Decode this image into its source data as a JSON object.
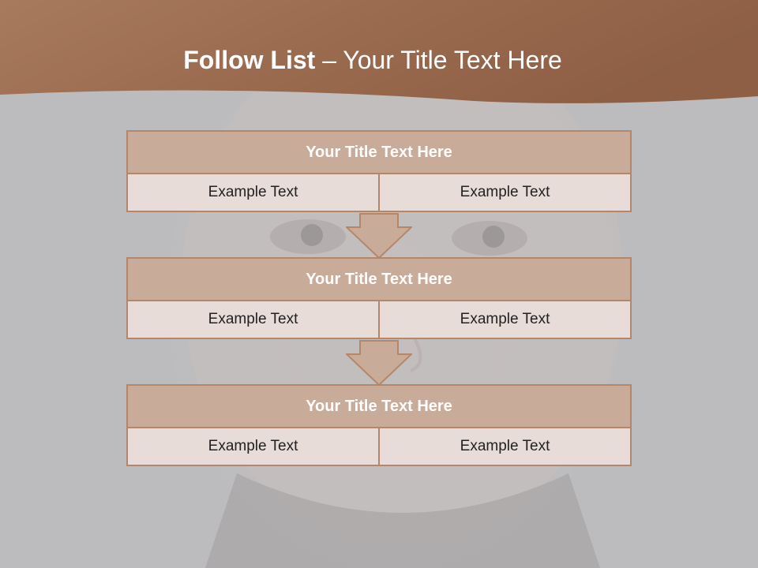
{
  "slide": {
    "title_bold": "Follow List",
    "title_rest": " – Your Title Text Here"
  },
  "blocks": [
    {
      "title": "Your Title Text Here",
      "left": "Example Text",
      "right": "Example Text"
    },
    {
      "title": "Your Title Text Here",
      "left": "Example Text",
      "right": "Example Text"
    },
    {
      "title": "Your Title Text Here",
      "left": "Example Text",
      "right": "Example Text"
    }
  ],
  "colors": {
    "header": "#9a6a4d",
    "block_title_fill": "#c9ab99",
    "cell_fill": "#e7dcd7",
    "border": "#b5876a"
  }
}
